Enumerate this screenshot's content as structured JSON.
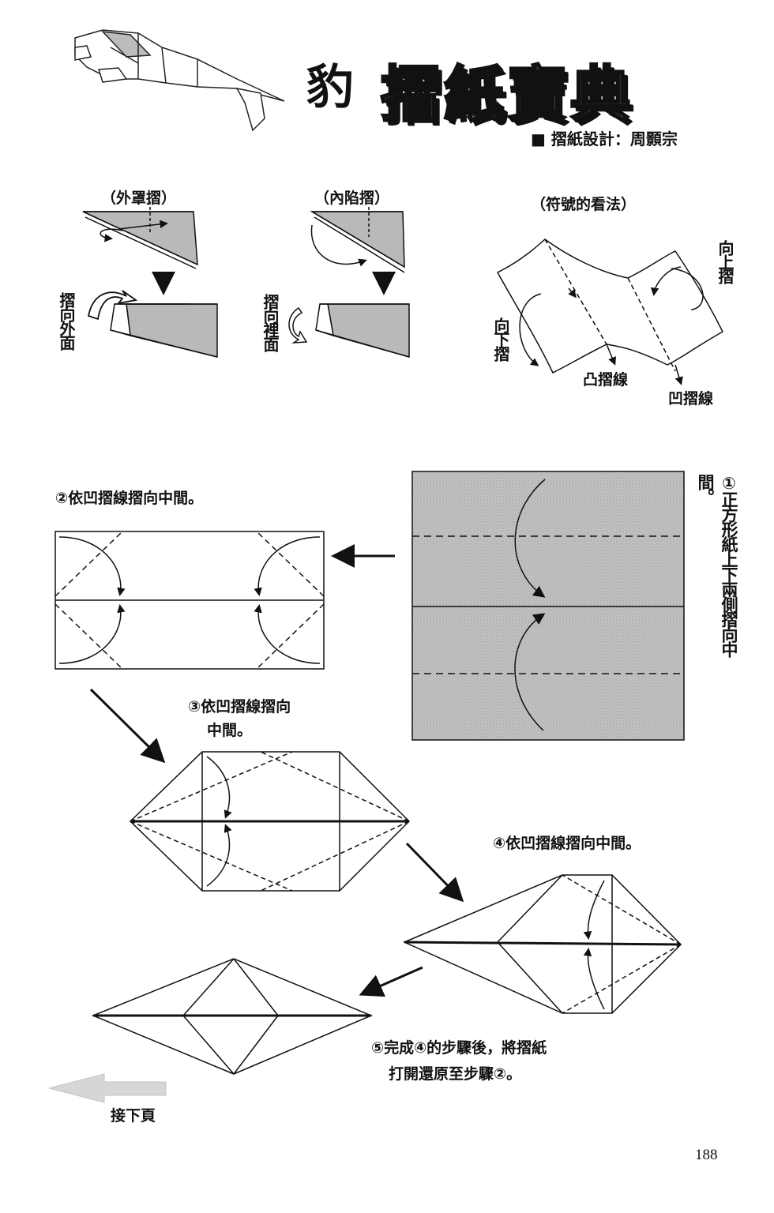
{
  "header": {
    "char": "豹",
    "title": "摺紙寶典",
    "designer": "■ 摺紙設計：周顥宗"
  },
  "legend": {
    "outside_reverse": {
      "caption": "（外罩摺）",
      "side_label": "摺向外面"
    },
    "inside_reverse": {
      "caption": "（內陷摺）",
      "side_label": "摺向裡面"
    },
    "symbols": {
      "caption": "（符號的看法）",
      "fold_up": "向上摺",
      "fold_down": "向下摺",
      "mountain_line": "凸摺線",
      "valley_line": "凹摺線"
    }
  },
  "steps": {
    "step1": "①正方形紙上下兩側摺向中間。",
    "step2": "②依凹摺線摺向中間。",
    "step3_line1": "③依凹摺線摺向",
    "step3_line2": "中間。",
    "step4": "④依凹摺線摺向中間。",
    "step5_line1": "⑤完成④的步驟後，將摺紙",
    "step5_line2": "打開還原至步驟②。"
  },
  "footer": {
    "next_page": "接下頁",
    "page_number": "188"
  },
  "colors": {
    "paper_shade": "#b9b9b9",
    "ink": "#111111",
    "next_arrow": "#d6d6d6"
  }
}
